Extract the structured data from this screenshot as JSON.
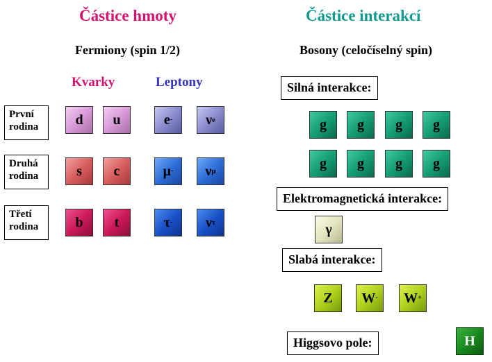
{
  "left": {
    "title": "Částice hmoty",
    "subtitle": "Fermiony (spin 1/2)",
    "quarks_header": "Kvarky",
    "leptons_header": "Leptony",
    "generations": [
      {
        "line1": "První",
        "line2": "rodina"
      },
      {
        "line1": "Druhá",
        "line2": "rodina"
      },
      {
        "line1": "Třetí",
        "line2": "rodina"
      }
    ],
    "quarks": [
      [
        "d",
        "u"
      ],
      [
        "s",
        "c"
      ],
      [
        "b",
        "t"
      ]
    ],
    "leptons": [
      [
        {
          "base": "e",
          "sup": "-"
        },
        {
          "base": "ν",
          "sub": "e"
        }
      ],
      [
        {
          "base": "μ",
          "sup": "-"
        },
        {
          "base": "ν",
          "sub": "μ"
        }
      ],
      [
        {
          "base": "τ",
          "sup": "-"
        },
        {
          "base": "ν",
          "sub": "τ"
        }
      ]
    ]
  },
  "right": {
    "title": "Částice interakcí",
    "subtitle": "Bosony (celočíselný spin)",
    "strong_label": "Silná interakce:",
    "gluon_symbol": "g",
    "em_label": "Elektromagnetická interakce:",
    "photon_symbol": "γ",
    "weak_label": "Slabá interakce:",
    "weak_bosons": [
      {
        "base": "Z",
        "sup": ""
      },
      {
        "base": "W",
        "sup": "-"
      },
      {
        "base": "W",
        "sup": "+"
      }
    ],
    "higgs_label": "Higgsovo pole:",
    "higgs_symbol": "H"
  },
  "colors": {
    "left_title": "#d4136f",
    "right_title": "#0f9a8e",
    "quarks_header": "#d4136f",
    "leptons_header": "#3535c0",
    "up_down": "#d89ad8",
    "strange_charm": "#d85e5e",
    "bottom_top": "#cc1a5a",
    "electron": "#8c8cd0",
    "muon": "#2e6ed8",
    "tau": "#1a52c8",
    "gluon": "#159e76",
    "photon": "#e4e4c0",
    "weak": "#aed21c",
    "higgs": "#1a8a1e"
  }
}
